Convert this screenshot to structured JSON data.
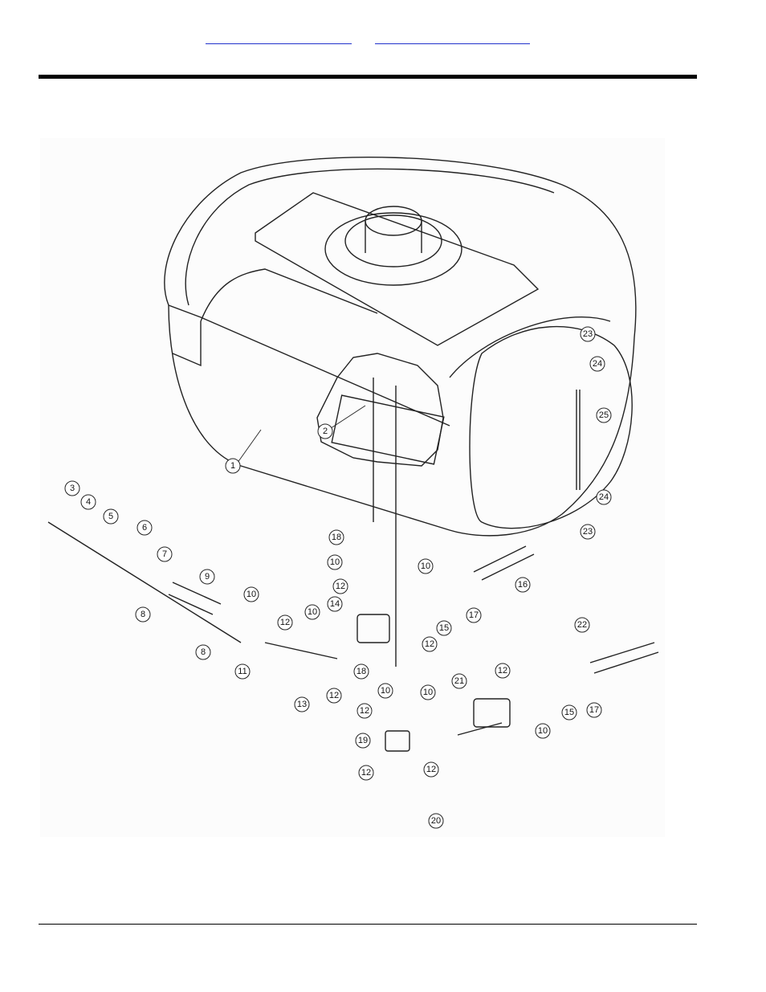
{
  "header": {
    "links": [
      {
        "label": ""
      },
      {
        "label": ""
      }
    ]
  },
  "diagram": {
    "callouts": [
      "1",
      "2",
      "3",
      "4",
      "5",
      "6",
      "7",
      "8",
      "8",
      "9",
      "10",
      "10",
      "10",
      "10",
      "10",
      "10",
      "10",
      "11",
      "12",
      "12",
      "12",
      "12",
      "12",
      "12",
      "12",
      "12",
      "13",
      "14",
      "15",
      "15",
      "16",
      "17",
      "17",
      "18",
      "18",
      "19",
      "20",
      "21",
      "22",
      "23",
      "23",
      "24",
      "24",
      "25"
    ]
  },
  "colors": {
    "rule": "#000000",
    "link": "#2233cc",
    "line": "#222222"
  }
}
